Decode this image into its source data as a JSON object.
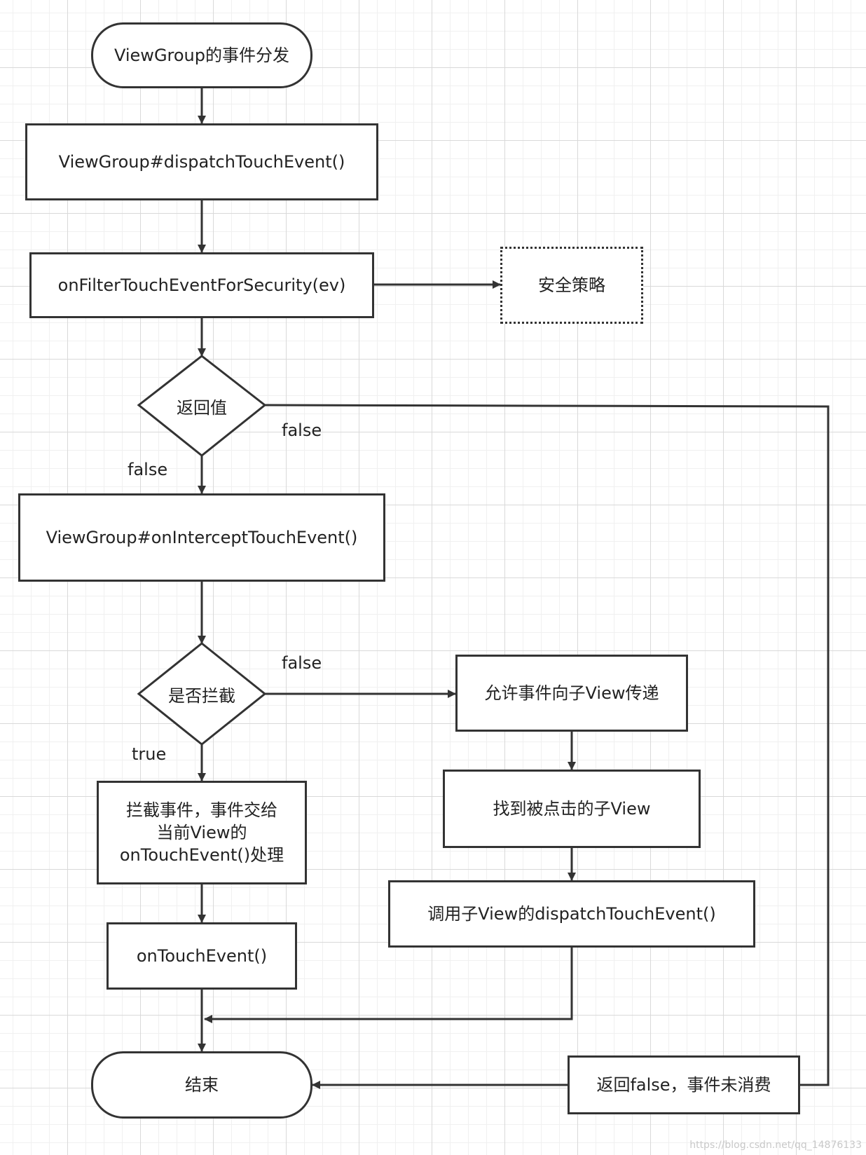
{
  "nodes": {
    "start": "ViewGroup的事件分发",
    "dispatch": "ViewGroup#dispatchTouchEvent()",
    "filter": "onFilterTouchEventForSecurity(ev)",
    "security": "安全策略",
    "return_value": "返回值",
    "intercept": "ViewGroup#onInterceptTouchEvent()",
    "is_intercept": "是否拦截",
    "allow": "允许事件向子View传递",
    "find_child": "找到被点击的子View",
    "call_child": "调用子View的dispatchTouchEvent()",
    "intercept_handle_1": "拦截事件，事件交给",
    "intercept_handle_2": "当前View的",
    "intercept_handle_3": "onTouchEvent()处理",
    "on_touch": "onTouchEvent()",
    "end": "结束",
    "not_consumed": "返回false，事件未消费"
  },
  "edge_labels": {
    "return_false_right": "false",
    "return_false_down": "false",
    "intercept_false": "false",
    "intercept_true": "true"
  },
  "watermark": "https://blog.csdn.net/qq_14876133",
  "colors": {
    "stroke": "#333333",
    "background": "#ffffff",
    "grid": "#d9d9d9"
  }
}
